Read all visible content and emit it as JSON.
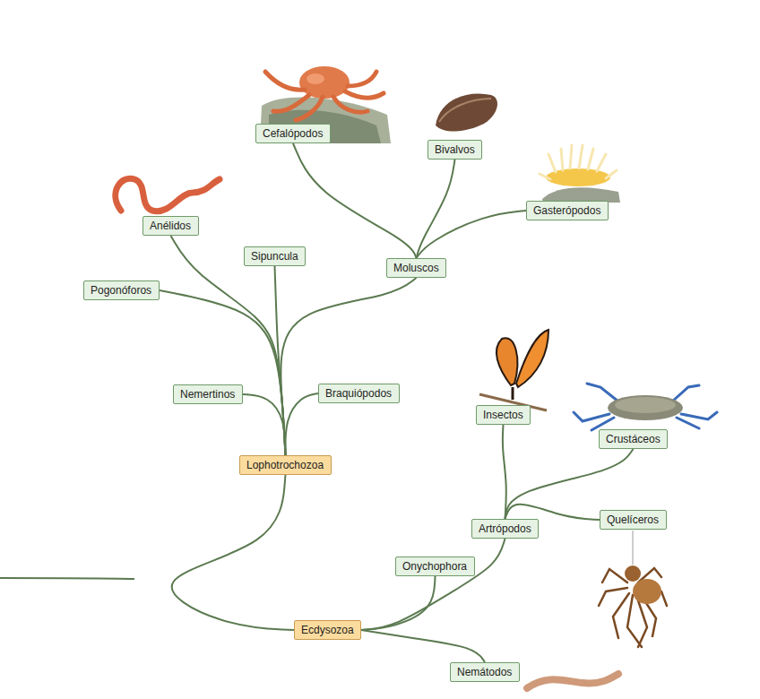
{
  "diagram": {
    "nodes": [
      {
        "text": [
          "Cefalópodos"
        ]
      },
      {
        "text": [
          "Bivalvos"
        ]
      },
      {
        "text": [
          "Gasterópodos"
        ]
      },
      {
        "text": [
          "Anélidos"
        ]
      },
      {
        "text": [
          "Sipuncula"
        ]
      },
      {
        "text": [
          "Moluscos"
        ]
      },
      {
        "text": [
          "Pogonóforos"
        ]
      },
      {
        "text": [
          "Braquiópodos"
        ]
      },
      {
        "text": [
          "Nemertinos"
        ]
      },
      {
        "text": [
          "Insectos"
        ]
      },
      {
        "text": [
          "Crustáceos"
        ]
      },
      {
        "text": [
          "Lophotrochozoa"
        ]
      },
      {
        "text": [
          "Quelíceros"
        ]
      },
      {
        "text": [
          "Artrópodos"
        ]
      },
      {
        "text": [
          "Onychophora"
        ]
      },
      {
        "text": [
          "Ecdysozoa"
        ]
      },
      {
        "text": [
          "Nemátodos"
        ]
      }
    ],
    "edges": [
      {
        "from": 11,
        "to": 8,
        "arrow": "none"
      },
      {
        "from": 11,
        "to": 7,
        "arrow": "none"
      },
      {
        "from": 11,
        "to": 6,
        "arrow": "none"
      },
      {
        "from": 11,
        "to": 3,
        "arrow": "none"
      },
      {
        "from": 11,
        "to": 4,
        "arrow": "none"
      },
      {
        "from": 11,
        "to": 5,
        "arrow": "none"
      },
      {
        "from": 5,
        "to": 0,
        "arrow": "none"
      },
      {
        "from": 5,
        "to": 1,
        "arrow": "none"
      },
      {
        "from": 5,
        "to": 2,
        "arrow": "none"
      },
      {
        "from": 15,
        "to": 16,
        "arrow": "none"
      },
      {
        "from": 15,
        "to": 14,
        "arrow": "none"
      },
      {
        "from": 15,
        "to": 13,
        "arrow": "none"
      },
      {
        "from": 13,
        "to": 9,
        "arrow": "none"
      },
      {
        "from": 13,
        "to": 10,
        "arrow": "none"
      },
      {
        "from": 13,
        "to": 12,
        "arrow": "none"
      },
      {
        "from": 11,
        "to": 15,
        "arrow": "none"
      }
    ]
  }
}
